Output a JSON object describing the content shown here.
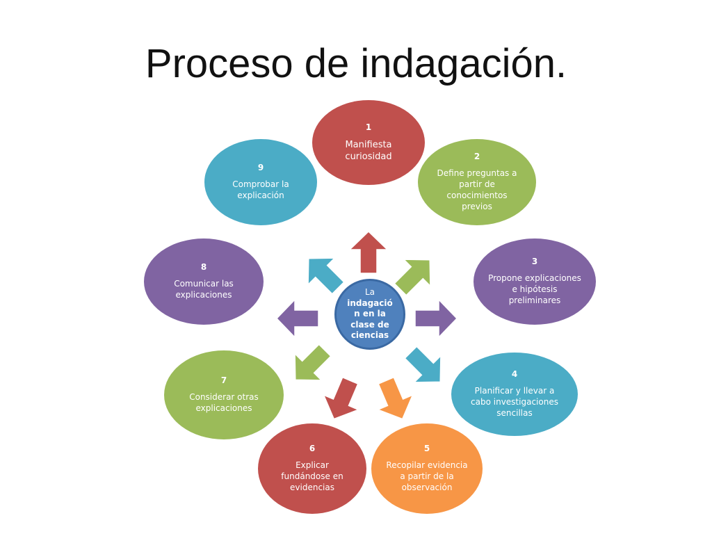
{
  "title": "Proceso de indagación.",
  "center": {
    "line1": "La",
    "line2": "indagació",
    "line3": "n en la",
    "line4": "clase de",
    "line5": "ciencias",
    "color": "#4f81bd"
  },
  "nodes": [
    {
      "num": "1",
      "label": "Manifiesta curiosidad",
      "color": "#c0504d"
    },
    {
      "num": "2",
      "label": "Define preguntas a partir de conocimientos previos",
      "color": "#9bbb59"
    },
    {
      "num": "3",
      "label": "Propone explicaciones e hipótesis preliminares",
      "color": "#8064a2"
    },
    {
      "num": "4",
      "label": "Planificar y llevar a cabo investigaciones sencillas",
      "color": "#4bacc6"
    },
    {
      "num": "5",
      "label": "Recopilar evidencia a partir de la observación",
      "color": "#f79646"
    },
    {
      "num": "6",
      "label": "Explicar fundándose en evidencias",
      "color": "#c0504d"
    },
    {
      "num": "7",
      "label": "Considerar otras explicaciones",
      "color": "#9bbb59"
    },
    {
      "num": "8",
      "label": "Comunicar las explicaciones",
      "color": "#8064a2"
    },
    {
      "num": "9",
      "label": "Comprobar la explicación",
      "color": "#4bacc6"
    }
  ]
}
